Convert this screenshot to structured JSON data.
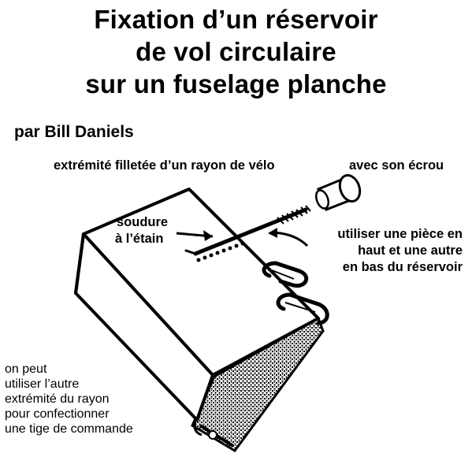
{
  "title": {
    "line1": "Fixation d’un réservoir",
    "line2": "de vol circulaire",
    "line3": "sur un fuselage planche"
  },
  "author": "par Bill Daniels",
  "labels": {
    "spoke_end": "extrémité filletée d’un rayon de vélo",
    "nut": "avec son écrou",
    "solder_line1": "soudure",
    "solder_line2": "à l’étain",
    "piece_line1": "utiliser une pièce en",
    "piece_line2": "haut et une autre",
    "piece_line3": "en bas du réservoir"
  },
  "note": {
    "line1": "on peut",
    "line2": "utiliser l’autre",
    "line3": "extrémité du rayon",
    "line4": "pour confectionner",
    "line5": "une tige de commande"
  }
}
